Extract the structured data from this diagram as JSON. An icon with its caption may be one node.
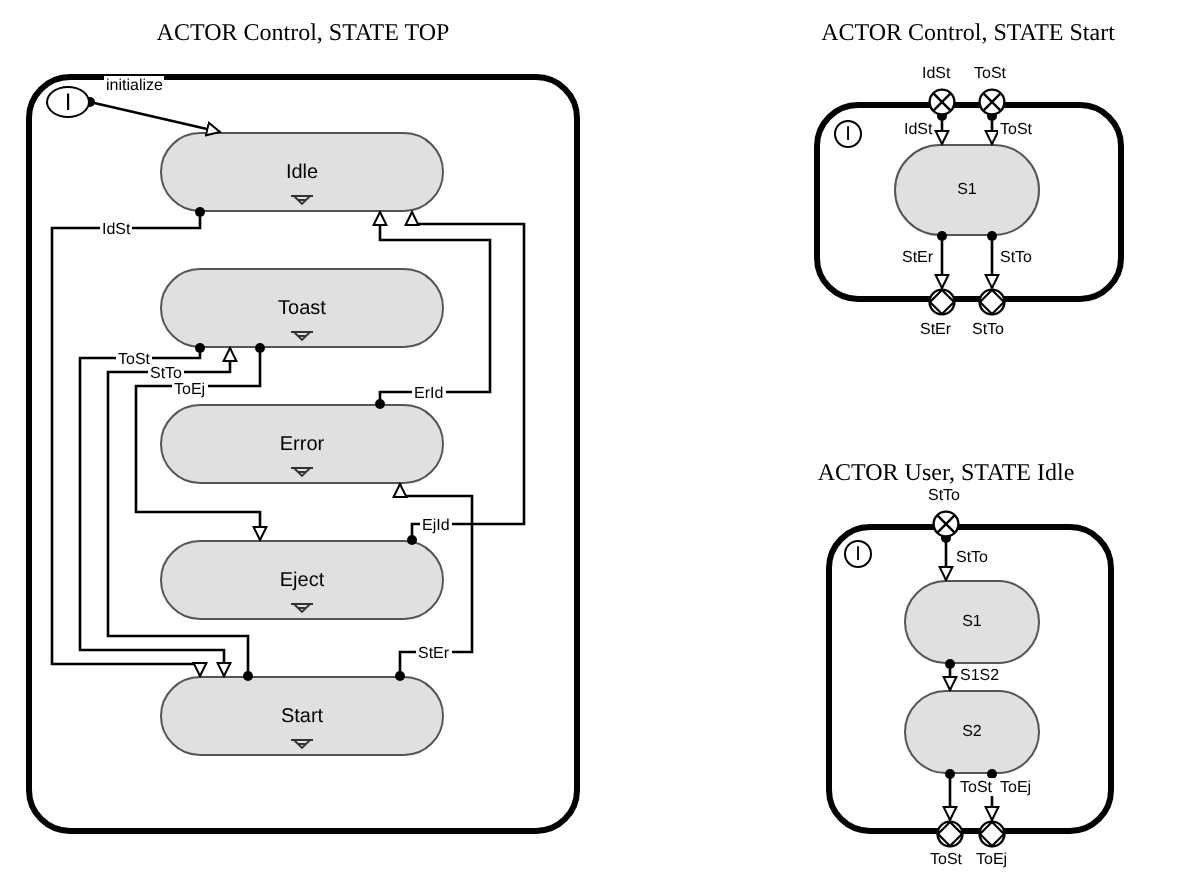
{
  "diagram": {
    "nodes": [
      {
        "text": [
          "ACTOR Control, STATE TOP"
        ]
      },
      {
        "text": [
          "I"
        ],
        "in": 0
      },
      {
        "text": [
          "Idle"
        ],
        "in": 0
      },
      {
        "text": [
          "Toast"
        ],
        "in": 0
      },
      {
        "text": [
          "Error"
        ],
        "in": 0
      },
      {
        "text": [
          "Eject"
        ],
        "in": 0
      },
      {
        "text": [
          "Start"
        ],
        "in": 0
      },
      {
        "text": [
          "ACTOR Control, STATE Start"
        ]
      },
      {
        "text": [
          "I"
        ],
        "in": 7
      },
      {
        "text": [],
        "shape": "circle",
        "beside": [
          "IdSt"
        ]
      },
      {
        "text": [],
        "shape": "circle",
        "beside": [
          "ToSt"
        ]
      },
      {
        "text": [
          "S1"
        ],
        "in": 7
      },
      {
        "text": [],
        "shape": "circle",
        "beside": [
          "StEr"
        ]
      },
      {
        "text": [],
        "shape": "circle",
        "beside": [
          "StTo"
        ]
      },
      {
        "text": [
          "ACTOR User, STATE Idle"
        ]
      },
      {
        "text": [
          "I"
        ],
        "in": 14
      },
      {
        "text": [],
        "shape": "circle",
        "beside": [
          "StTo"
        ]
      },
      {
        "text": [
          "S1"
        ],
        "in": 14
      },
      {
        "text": [
          "S2"
        ],
        "in": 14
      },
      {
        "text": [],
        "shape": "circle",
        "beside": [
          "ToSt"
        ]
      },
      {
        "text": [],
        "shape": "circle",
        "beside": [
          "ToEj"
        ]
      }
    ],
    "edges": [
      {
        "from": 1,
        "to": 2,
        "arrow": "to",
        "label": "initialize"
      },
      {
        "from": 2,
        "to": 6,
        "arrow": "to",
        "label": "IdSt"
      },
      {
        "from": 3,
        "to": 6,
        "arrow": "to",
        "label": "ToSt"
      },
      {
        "from": 3,
        "to": 5,
        "arrow": "to",
        "label": "ToEj"
      },
      {
        "from": 5,
        "to": 2,
        "arrow": "to",
        "label": "EjId"
      },
      {
        "from": 4,
        "to": 2,
        "arrow": "to",
        "label": "ErId"
      },
      {
        "from": 6,
        "to": 3,
        "arrow": "to",
        "label": "StTo"
      },
      {
        "from": 6,
        "to": 4,
        "arrow": "to",
        "label": "StEr"
      },
      {
        "from": 9,
        "to": 11,
        "arrow": "to",
        "label": "IdSt"
      },
      {
        "from": 10,
        "to": 11,
        "arrow": "to",
        "label": "ToSt"
      },
      {
        "from": 11,
        "to": 12,
        "arrow": "to",
        "label": "StEr"
      },
      {
        "from": 11,
        "to": 13,
        "arrow": "to",
        "label": "StTo"
      },
      {
        "from": 16,
        "to": 17,
        "arrow": "to",
        "label": "StTo"
      },
      {
        "from": 17,
        "to": 18,
        "arrow": "to",
        "label": "S1S2"
      },
      {
        "from": 18,
        "to": 19,
        "arrow": "to",
        "label": "ToSt"
      },
      {
        "from": 18,
        "to": 20,
        "arrow": "to",
        "label": "ToEj"
      }
    ]
  }
}
